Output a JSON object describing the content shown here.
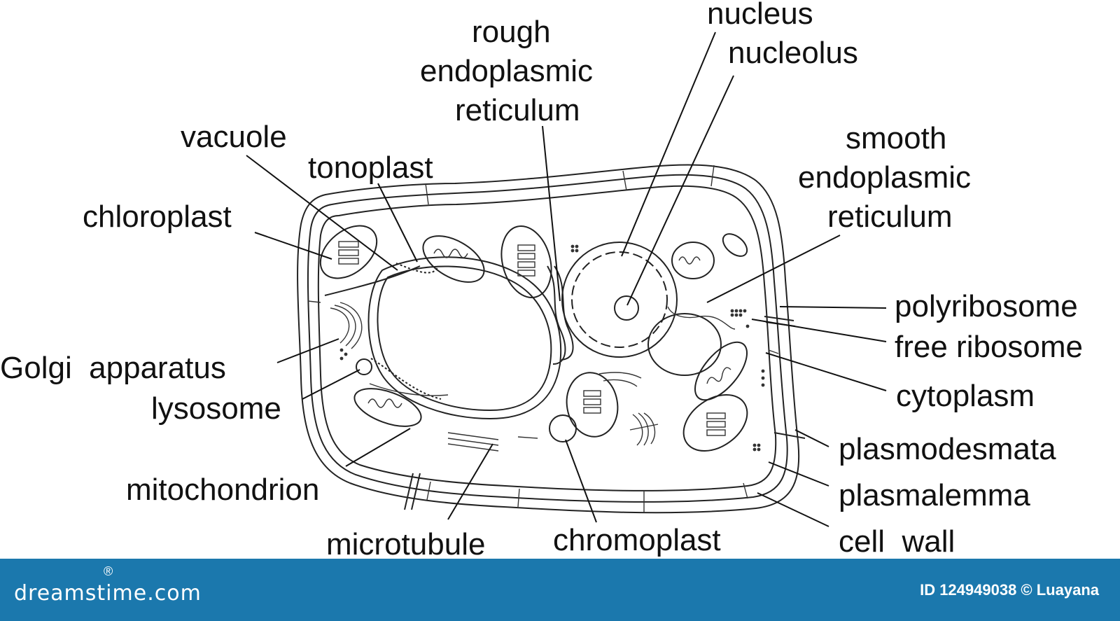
{
  "labels": {
    "nucleus": "nucleus",
    "nucleolus": "nucleolus",
    "rough_er_1": "rough",
    "rough_er_2": "endoplasmic",
    "rough_er_3": "reticulum",
    "vacuole": "vacuole",
    "tonoplast": "tonoplast",
    "chloroplast": "chloroplast",
    "smooth_er_1": "smooth",
    "smooth_er_2": "endoplasmic",
    "smooth_er_3": "reticulum",
    "polyribosome": "polyribosome",
    "free_ribosome": "free  ribosome",
    "golgi": "Golgi  apparatus",
    "lysosome": "lysosome",
    "cytoplasm": "cytoplasm",
    "plasmodesmata": "plasmodesmata",
    "plasmalemma": "plasmalemma",
    "mitochondrion": "mitochondrion",
    "cell_wall": "cell  wall",
    "microtubule": "microtubule",
    "chromoplast": "chromoplast"
  },
  "footer": {
    "brand": "dreamstime.com",
    "brand_mark": "®",
    "image_id": "ID 124949038 © Luayana"
  },
  "colors": {
    "footer_bg": "#1b78ad",
    "line": "#111111"
  }
}
